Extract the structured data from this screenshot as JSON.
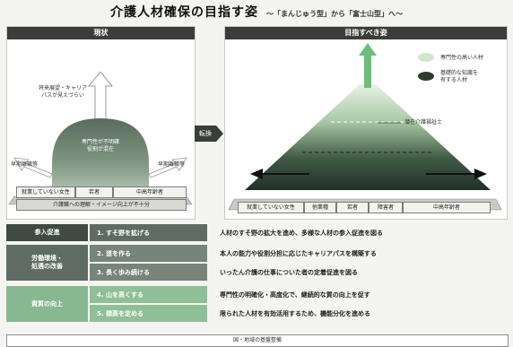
{
  "title": {
    "main": "介護人材確保の目指す姿",
    "sub": "～「まんじゅう型」から「富士山型」へ～"
  },
  "left_panel": {
    "header": "現状",
    "arrow_label": "将来展望・キャリア\nパスが見えづらい",
    "dome_label": "専門性が不明確\n役割が混在",
    "left_label": "早期離職等",
    "right_label": "早期離職等",
    "groups": [
      "就業していない女性",
      "若者",
      "中高年齢者"
    ],
    "bottom_label": "介護職への理解・イメージ向上が不十分"
  },
  "center": {
    "arrow_label": "転換"
  },
  "right_panel": {
    "header": "目指すべき姿",
    "legend": [
      {
        "label": "専門性の高い人材"
      },
      {
        "label": "基礎的な知識を\n有する人材"
      },
      {
        "label": "潜在介護福祉士"
      }
    ],
    "groups": [
      "就業していない女性",
      "他業種",
      "若者",
      "障害者",
      "中高年齢者"
    ]
  },
  "actions": [
    {
      "category": "参入促進",
      "number": "1.",
      "action": "すそ野を拡げる",
      "description": "人材のすそ野の拡大を進め、多様な人材の参入促進を図る"
    },
    {
      "category": "労働環境・\n処遇の改善",
      "number": "2.",
      "action": "道を作る",
      "description": "本人の能力や役割分担に応じたキャリアパスを構築する"
    },
    {
      "category": "",
      "number": "3.",
      "action": "長く歩み続ける",
      "description": "いったん介護の仕事についた者の定着促進を図る"
    },
    {
      "category": "資質の向上",
      "number": "4.",
      "action": "山を高くする",
      "description": "専門性の明確化・高度化で、継続的な質の向上を促す"
    },
    {
      "category": "",
      "number": "5.",
      "action": "標高を定める",
      "description": "限られた人材を有効活用するため、機能分化を進める"
    }
  ],
  "footer": "国・地域の基盤整備",
  "colors": {
    "row_dark": "#3f4a42",
    "row_mid": "#5f6c63",
    "row_green": "#88b88f",
    "header_dark": "#3a3d3a",
    "legend_light": "#cfe7cd",
    "legend_dark": "#2f3a31"
  }
}
